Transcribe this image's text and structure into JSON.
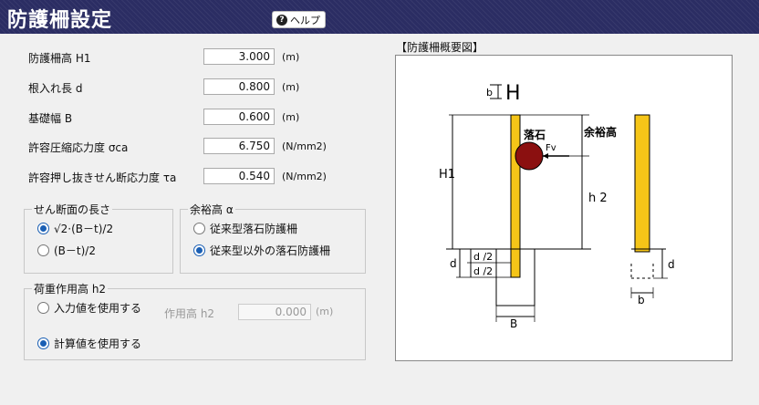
{
  "app": {
    "title": "防護柵設定",
    "help_label": "ヘルプ"
  },
  "fields": [
    {
      "label": "防護柵高 H1",
      "value": "3.000",
      "unit": "(m)"
    },
    {
      "label": "根入れ長 d",
      "value": "0.800",
      "unit": "(m)"
    },
    {
      "label": "基礎幅 B",
      "value": "0.600",
      "unit": "(m)"
    },
    {
      "label": "許容圧縮応力度 σca",
      "value": "6.750",
      "unit": "(N/mm2)"
    },
    {
      "label": "許容押し抜きせん断応力度 τa",
      "value": "0.540",
      "unit": "(N/mm2)"
    }
  ],
  "shear_length": {
    "legend": "せん断面の長さ",
    "options": [
      {
        "label": "2·(B－t)/2",
        "selected": true
      },
      {
        "label": "(B－t)/2",
        "selected": false
      }
    ]
  },
  "margin": {
    "legend": "余裕高 α",
    "options": [
      {
        "label": "従来型落石防護柵",
        "selected": false
      },
      {
        "label": "従来型以外の落石防護柵",
        "selected": true
      }
    ]
  },
  "load_height": {
    "legend": "荷重作用高 h2",
    "options": [
      {
        "label": "入力値を使用する",
        "selected": false
      },
      {
        "label": "計算値を使用する",
        "selected": true
      }
    ],
    "h2_label": "作用高 h2",
    "h2_value": "0.000",
    "h2_unit": "(m)"
  },
  "diagram": {
    "title": "【防護柵概要図】",
    "labels": {
      "b_small": "b",
      "H": "H",
      "rock": "落石",
      "fv": "Fv",
      "margin": "余裕高",
      "h1": "H1",
      "h2": "h 2",
      "d_half_1": "d /2",
      "d_half_2": "d /2",
      "d_left": "d",
      "d_right": "d",
      "B": "B",
      "b_bottom": "b"
    },
    "colors": {
      "post": "#f5c518",
      "rock": "#8b1010"
    }
  }
}
